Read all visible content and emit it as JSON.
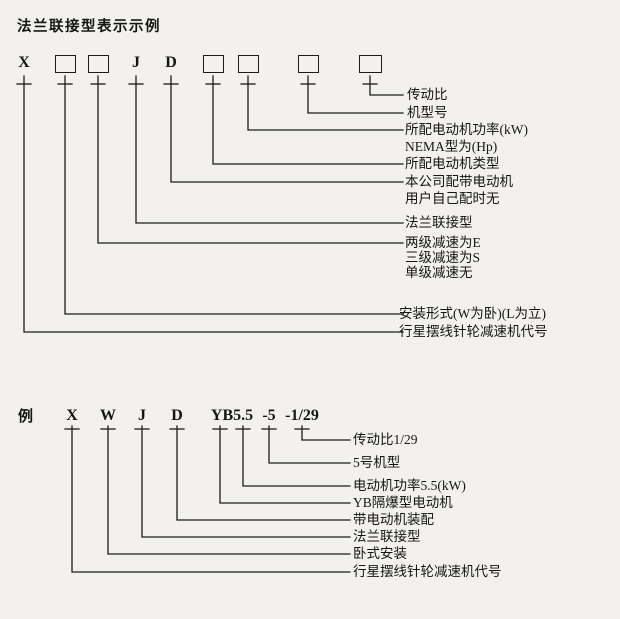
{
  "top": {
    "title": "法兰联接型表示示例",
    "code_letters": {
      "x": "X",
      "j": "J",
      "d": "D"
    },
    "labels": [
      "传动比",
      "机型号",
      "所配电动机功率(kW)",
      "NEMA型为(Hp)",
      "所配电动机类型",
      "本公司配带电动机",
      "用户自己配时无",
      "法兰联接型",
      "两级减速为E",
      "三级减速为S",
      "单级减速无",
      "安装形式(W为卧)(L为立)",
      "行星摆线针轮减速机代号"
    ]
  },
  "example": {
    "heading": "例",
    "tokens": [
      "X",
      "W",
      "J",
      "D",
      "YB5.5",
      "-5",
      "-1/29"
    ],
    "labels": [
      "传动比1/29",
      "5号机型",
      "电动机功率5.5(kW)",
      "YB隔爆型电动机",
      "带电动机装配",
      "法兰联接型",
      "卧式安装",
      "行星摆线针轮减速机代号"
    ]
  },
  "colors": {
    "background": "#f2f1ed",
    "line": "#1c1c1c",
    "text": "#151515"
  }
}
